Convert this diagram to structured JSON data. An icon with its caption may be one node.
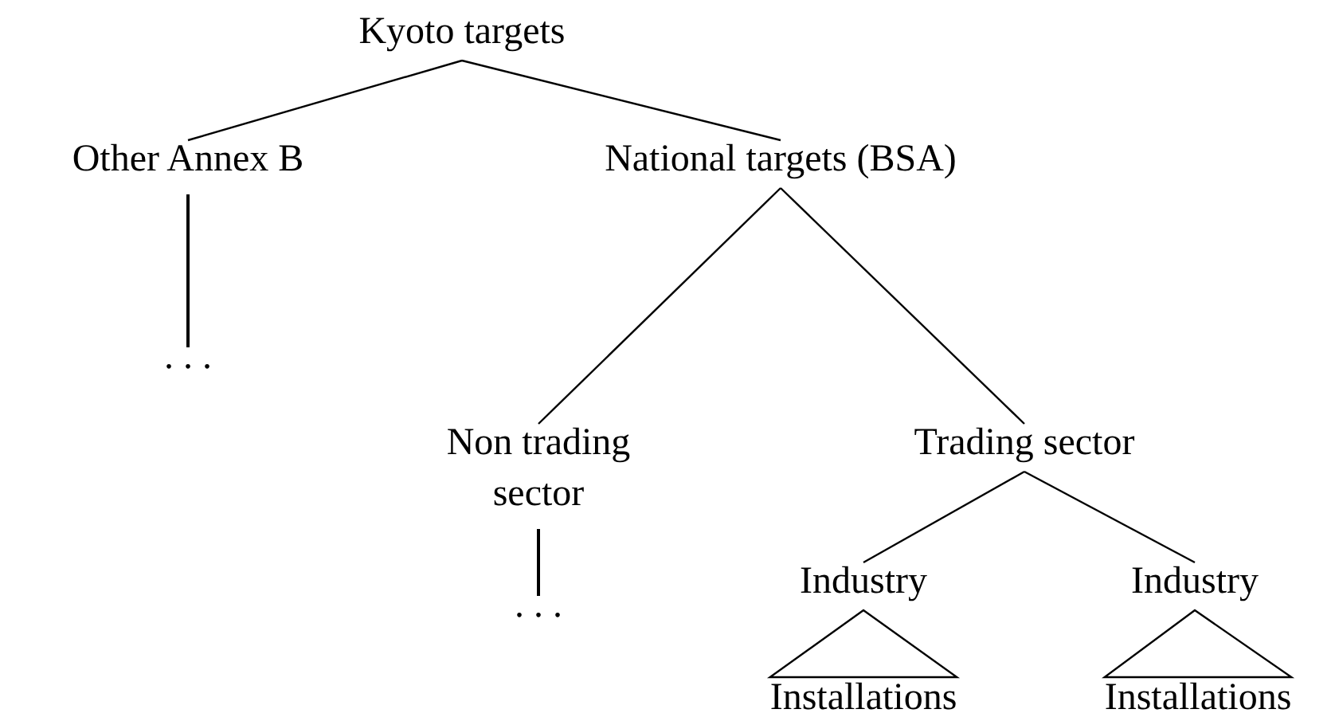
{
  "diagram": {
    "nodes": [
      {
        "text": [
          "Kyoto targets"
        ]
      },
      {
        "text": [
          "Other Annex B"
        ]
      },
      {
        "text": [
          "National targets (BSA)"
        ]
      },
      {
        "text": [
          ". . ."
        ]
      },
      {
        "text": [
          "Non trading sector"
        ]
      },
      {
        "text": [
          "Trading sector"
        ]
      },
      {
        "text": [
          ". . ."
        ]
      },
      {
        "text": [
          "Industry"
        ]
      },
      {
        "text": [
          "Industry"
        ]
      },
      {
        "text": [
          "Installations"
        ]
      },
      {
        "text": [
          "Installations"
        ]
      }
    ],
    "edges": [
      {
        "from": 0,
        "to": 1,
        "arrow": "none"
      },
      {
        "from": 0,
        "to": 2,
        "arrow": "none"
      },
      {
        "from": 1,
        "to": 3,
        "arrow": "none"
      },
      {
        "from": 2,
        "to": 4,
        "arrow": "none"
      },
      {
        "from": 2,
        "to": 5,
        "arrow": "none"
      },
      {
        "from": 4,
        "to": 6,
        "arrow": "none"
      },
      {
        "from": 5,
        "to": 7,
        "arrow": "none"
      },
      {
        "from": 5,
        "to": 8,
        "arrow": "none"
      },
      {
        "from": 7,
        "to": 9,
        "arrow": "none"
      },
      {
        "from": 8,
        "to": 10,
        "arrow": "none"
      }
    ]
  }
}
